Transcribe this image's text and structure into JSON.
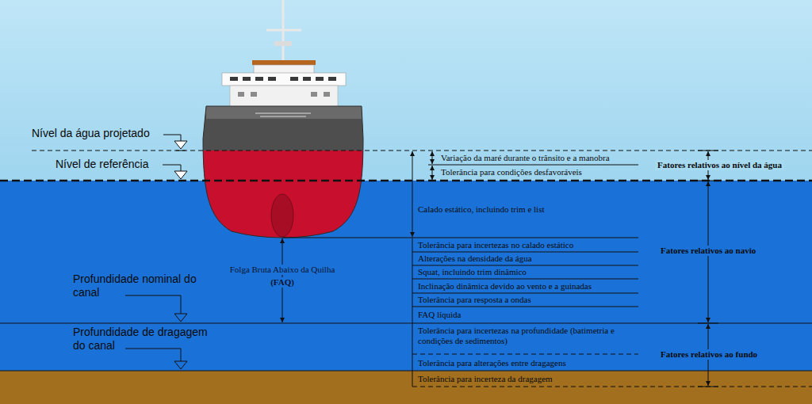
{
  "diagram": {
    "labels": [
      "Nível da água projetado",
      "Nível de referência",
      "Profundidade nominal do canal",
      "Profundidade de dragagem do canal",
      "Folga Bruta Abaixo da Quilha",
      "(FAQ)",
      "Variação da maré durante o trânsito e a manobra",
      "Tolerância para condições desfavoráveis",
      "Calado estático, incluindo trim e list",
      "Tolerância para incertezas no calado estático",
      "Alterações na densidade da água",
      "Squat, incluindo trim dinâmico",
      "Inclinação dinâmica devido ao vento e a guinadas",
      "Tolerância para resposta a ondas",
      "FAQ líquida",
      "Tolerância para incertezas na profundidade (batimetria e condições de sedimentos)",
      "Tolerância para alterações entre dragagens",
      "Tolerância para incerteza da dragagem",
      "Fatores relativos ao nível da água",
      "Fatores relativos ao navio",
      "Fatores relativos ao fundo"
    ]
  }
}
